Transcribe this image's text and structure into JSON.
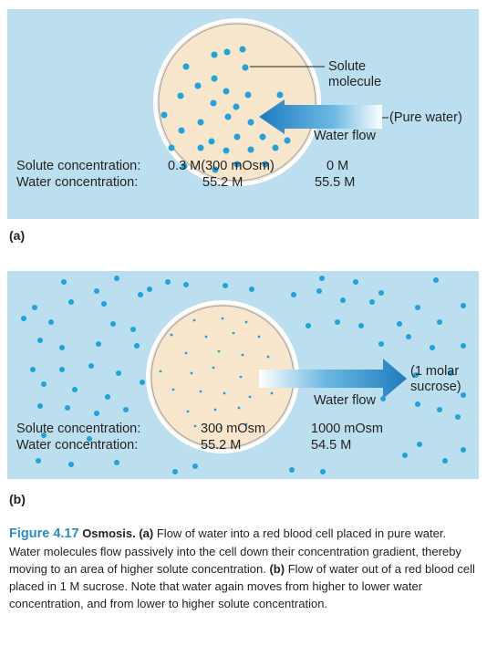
{
  "panel_a": {
    "letter": "(a)",
    "solute_molecule_label": "Solute\nmolecule",
    "pure_water_label": "(Pure water)",
    "water_flow_label": "Water flow",
    "solute_conc_label": "Solute concentration:",
    "water_conc_label": "Water concentration:",
    "inside_solute": "0.3 M(300 mOsm)",
    "inside_water": "55.2 M",
    "outside_solute": "0 M",
    "outside_water": "55.5 M"
  },
  "panel_b": {
    "letter": "(b)",
    "solution_label": "(1 molar\nsucrose)",
    "water_flow_label": "Water flow",
    "solute_conc_label": "Solute concentration:",
    "water_conc_label": "Water concentration:",
    "inside_solute": "300 mOsm",
    "inside_water": "55.2 M",
    "outside_solute": "1000 mOsm",
    "outside_water": "54.5 M"
  },
  "caption": {
    "figure_label": "Figure 4.17",
    "title": "Osmosis.",
    "part_a": "(a)",
    "text_a": "Flow of water into a red blood cell placed in pure water. Water molecules flow passively into the cell down their concentration gradient, thereby moving to an area of higher solute concentration.",
    "part_b": "(b)",
    "text_b": "Flow of water out of a red blood cell placed in 1 M sucrose. Note that water again moves from higher to lower water concentration, and from lower to higher solute concentration."
  },
  "colors": {
    "panel_bg": "#bcdff0",
    "cell_fill": "#f7e6cc",
    "dot": "#1fa3dc",
    "figure_label": "#2a8bc9"
  }
}
